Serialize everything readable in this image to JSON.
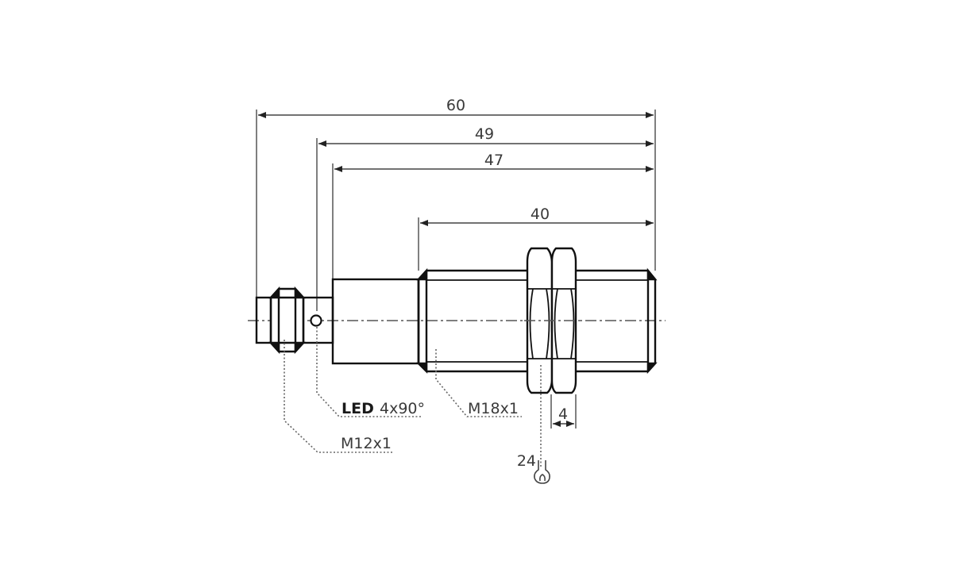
{
  "drawing": {
    "title": "M18 sensor dimensional drawing",
    "colors": {
      "outline": "#111111",
      "dimension": "#444444",
      "leader": "#555555",
      "background": "#ffffff"
    }
  },
  "dimensions": {
    "overall_length": "60",
    "length_from_led": "49",
    "housing_length": "47",
    "thread_length": "40",
    "nut_thickness": "4",
    "wrench_size": "24"
  },
  "labels": {
    "led_bold": "LED",
    "led_spec": "4x90°",
    "thread_main": "M18x1",
    "thread_connector": "M12x1"
  },
  "icons": {
    "wrench": "wrench-icon",
    "led": "led-indicator-icon"
  }
}
